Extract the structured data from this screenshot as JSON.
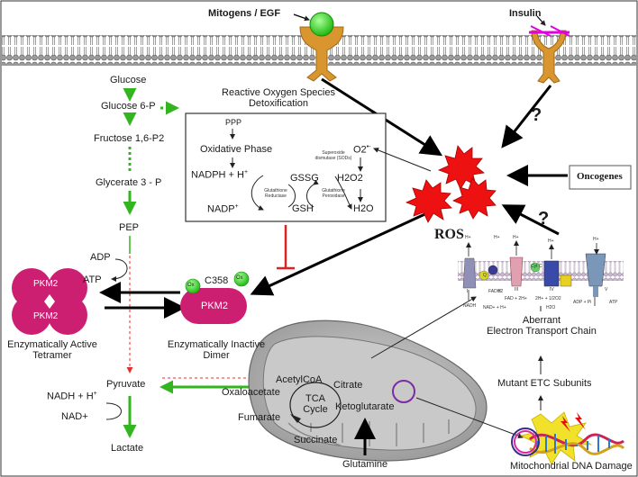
{
  "receptors": {
    "mitogens": "Mitogens / EGF",
    "insulin": "Insulin",
    "oncogenes": "Oncogenes",
    "question": "?"
  },
  "ros": {
    "label": "ROS"
  },
  "glycolysis": {
    "glucose": "Glucose",
    "glucose6p": "Glucose 6-P",
    "fructose": "Fructose 1,6-P2",
    "glycerate": "Glycerate 3 - P",
    "pep": "PEP",
    "pyruvate": "Pyruvate",
    "lactate": "Lactate",
    "nadh": "NADH + H",
    "nadh_sup": "+",
    "nad": "NAD+",
    "adp": "ADP",
    "atp": "ATP"
  },
  "detox": {
    "title_line1": "Reactive Oxygen Species",
    "title_line2": "Detoxification",
    "ppp": "PPP",
    "oxidative": "Oxidative Phase",
    "nadph": "NADPH + H",
    "nadph_sup": "+",
    "nadp": "NADP",
    "nadp_sup": "+",
    "gssg": "GSSG",
    "gsh": "GSH",
    "h2o2": "H2O2",
    "h2o": "H2O",
    "o2": "O2",
    "o2_sup": "•-",
    "glut_reductase_1": "Glutathione",
    "glut_reductase_2": "Reductase",
    "glut_peroxidase_1": "Glutathione",
    "glut_peroxidase_2": "Peroxidase",
    "sod_1": "Superoxide",
    "sod_2": "dismutase (SODs)"
  },
  "pkm2": {
    "label": "PKM2",
    "ox": "Ox",
    "c358": "C358",
    "tetramer_line1": "Enzymatically Active",
    "tetramer_line2": "Tetramer",
    "dimer_line1": "Enzymatically Inactive",
    "dimer_line2": "Dimer"
  },
  "mito": {
    "acetylcoa": "AcetylCoA",
    "oxaloacetate": "Oxaloacetate",
    "citrate": "Citrate",
    "fumarate": "Fumarate",
    "ketoglutarate": "Ketoglutarate",
    "succinate": "Succinate",
    "tca_line1": "TCA",
    "tca_line2": "Cycle",
    "glutamine": "Glutamine"
  },
  "etc": {
    "title_line1": "Aberrant",
    "title_line2": "Electron Transport Chain",
    "mutant": "Mutant ETC Subunits",
    "dna_damage": "Mitochondrial DNA Damage",
    "h_plus": "H+",
    "nadh": "NADH",
    "nad": "NAD+ + H+",
    "fadh2": "FADH2",
    "fad": "FAD + 2H+",
    "o2": "2H+ + 1/2O2",
    "h2o": "H2O",
    "adp": "ADP + Pi",
    "atp": "ATP",
    "c1": "I",
    "c2": "II",
    "c3": "III",
    "c4": "IV",
    "c5": "V",
    "q": "Q",
    "cytc": "Cyt C"
  },
  "colors": {
    "green_arrow": "#33b51f",
    "green_ball": "#2fd11f",
    "pkm2": "#cc1f72",
    "ros": "#ee1111",
    "receptor": "#d9952e",
    "insulin": "#e000e0",
    "membrane_head": "#9a9a9a",
    "mito_fill": "#b3b3b3",
    "inhibit": "#dd2222"
  }
}
